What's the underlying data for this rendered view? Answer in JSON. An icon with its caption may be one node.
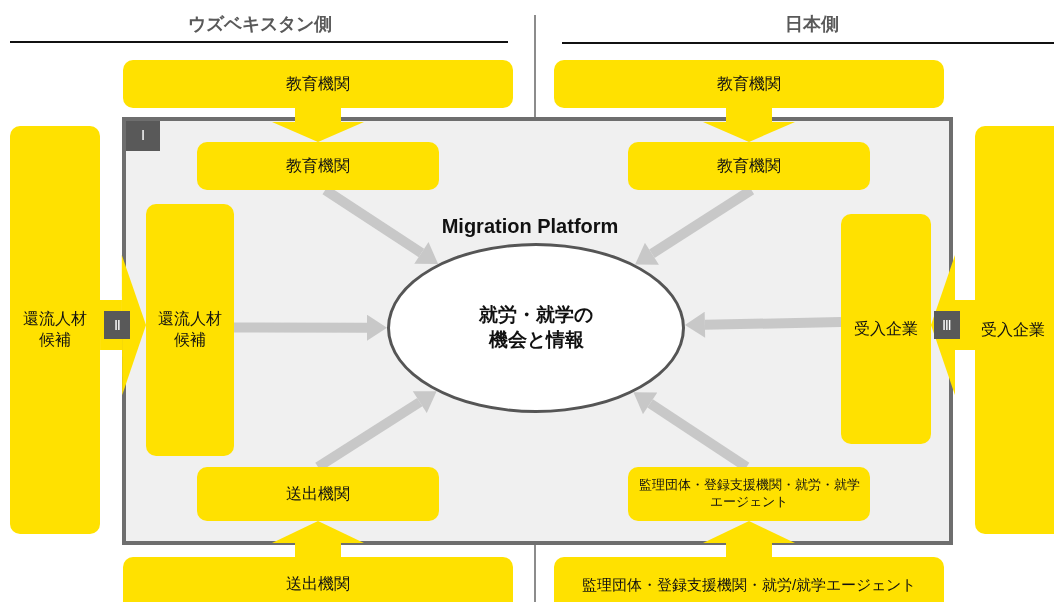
{
  "diagram": {
    "nodes": [
      {
        "text": [
          "Ⅰ",
          "Migration Platform"
        ]
      },
      {
        "text": [
          "教育機関"
        ]
      },
      {
        "text": [
          "教育機関"
        ]
      },
      {
        "text": [
          "還流人材候補"
        ]
      },
      {
        "text": [
          "受入企業"
        ]
      },
      {
        "text": [
          "送出機関"
        ]
      },
      {
        "text": [
          "監理団体・登録支援機関・就労/就学エージェント"
        ]
      },
      {
        "text": [
          "教育機関"
        ],
        "in": 0
      },
      {
        "text": [
          "教育機関"
        ],
        "in": 0
      },
      {
        "text": [
          "還流人材候補"
        ],
        "in": 0
      },
      {
        "text": [
          "受入企業"
        ],
        "in": 0
      },
      {
        "text": [
          "就労・就学の機会と情報"
        ],
        "in": 0
      },
      {
        "text": [
          "送出機関"
        ],
        "in": 0
      },
      {
        "text": [
          "監理団体・登録支援機関・就労・就学エージェント"
        ],
        "in": 0
      }
    ],
    "edges": [
      {
        "from": 1,
        "to": 7,
        "arrow": "to",
        "style": "thick",
        "color": "#ffe100"
      },
      {
        "from": 2,
        "to": 8,
        "arrow": "to",
        "style": "thick",
        "color": "#ffe100"
      },
      {
        "from": 3,
        "to": 9,
        "arrow": "to",
        "style": "thick",
        "color": "#ffe100",
        "label": "Ⅱ"
      },
      {
        "from": 4,
        "to": 10,
        "arrow": "to",
        "style": "thick",
        "color": "#ffe100",
        "label": "Ⅲ"
      },
      {
        "from": 5,
        "to": 12,
        "arrow": "to",
        "style": "thick",
        "color": "#ffe100"
      },
      {
        "from": 6,
        "to": 13,
        "arrow": "to",
        "style": "thick",
        "color": "#ffe100"
      },
      {
        "from": 7,
        "to": 11,
        "arrow": "to",
        "color": "#c8c8c8"
      },
      {
        "from": 8,
        "to": 11,
        "arrow": "to",
        "color": "#c8c8c8"
      },
      {
        "from": 9,
        "to": 11,
        "arrow": "to",
        "color": "#c8c8c8"
      },
      {
        "from": 10,
        "to": 11,
        "arrow": "to",
        "color": "#c8c8c8"
      },
      {
        "from": 12,
        "to": 11,
        "arrow": "to",
        "color": "#c8c8c8"
      },
      {
        "from": 13,
        "to": 11,
        "arrow": "to",
        "color": "#c8c8c8"
      }
    ],
    "labels": [
      "ウズベキスタン側",
      "日本側"
    ]
  }
}
